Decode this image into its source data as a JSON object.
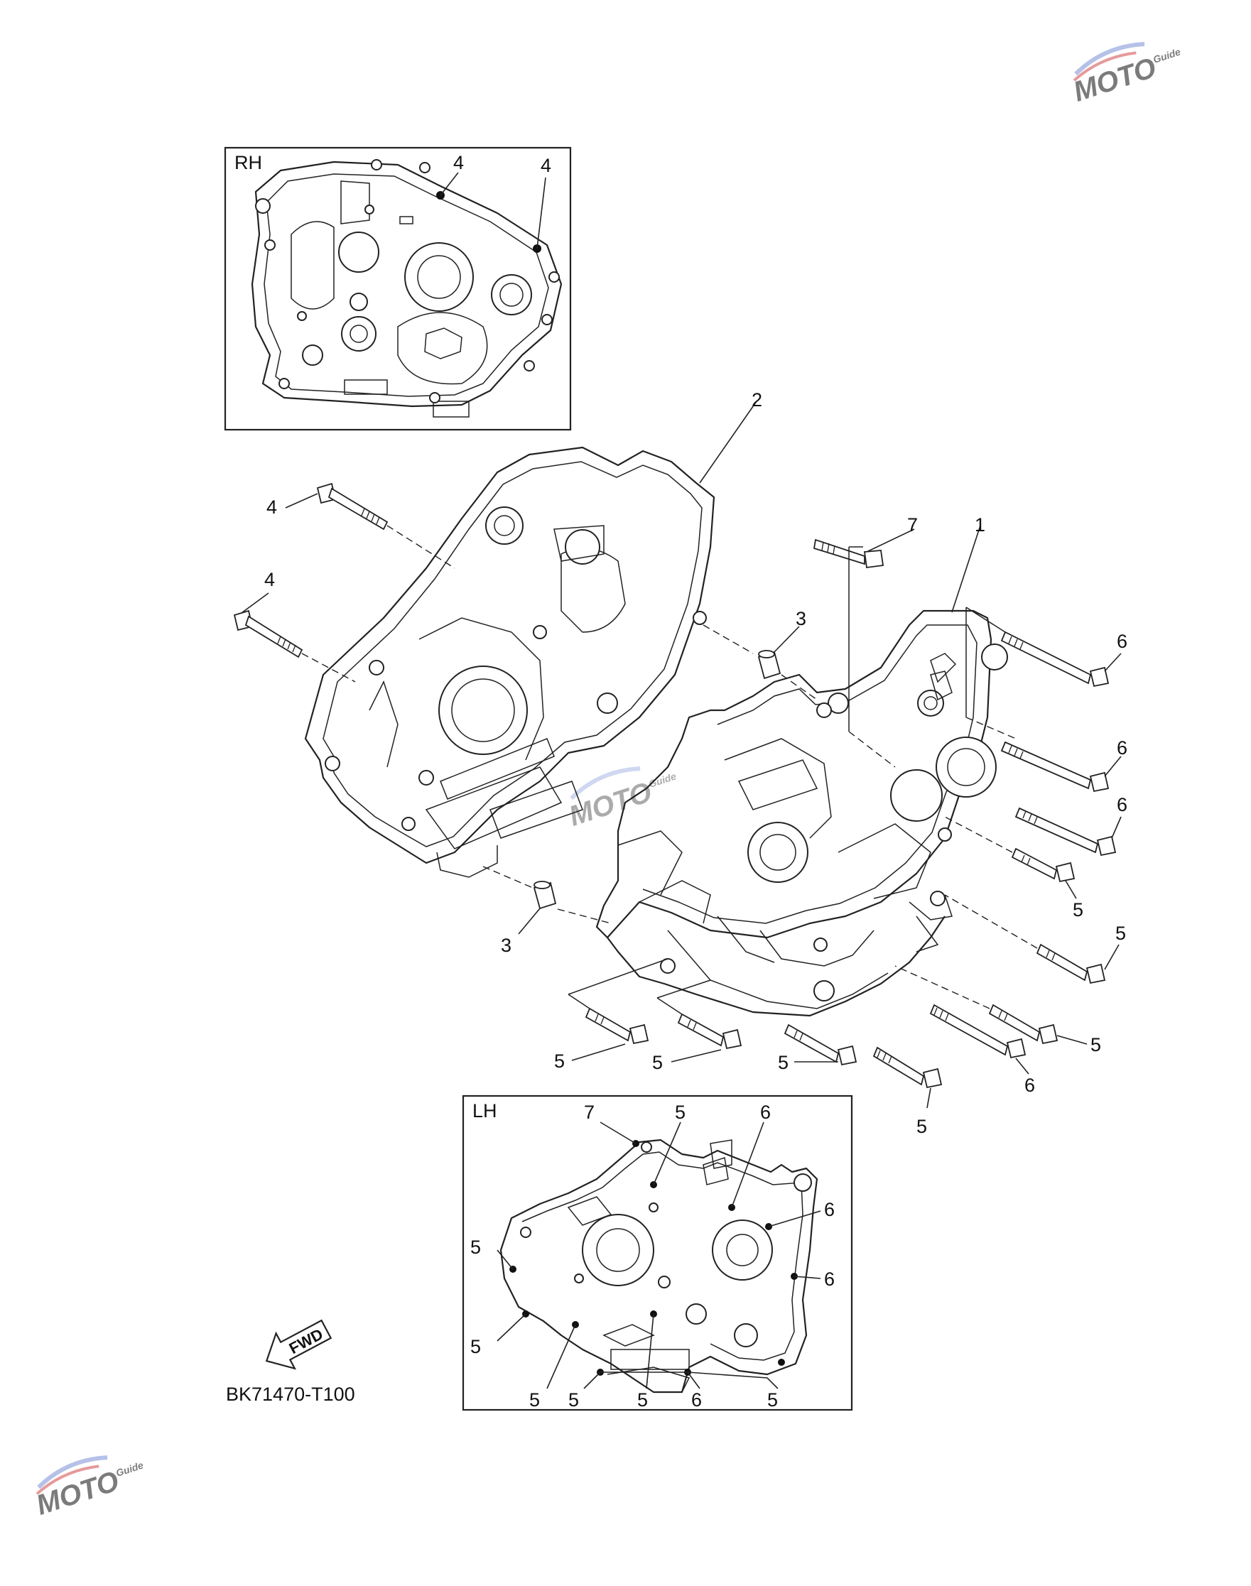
{
  "diagram": {
    "drawing_code": "BK71470-T100",
    "fwd_arrow_label": "FWD",
    "inset_rh": {
      "title": "RH",
      "callouts": [
        "4",
        "4"
      ]
    },
    "inset_lh": {
      "title": "LH",
      "callouts": [
        "7",
        "5",
        "6",
        "6",
        "6",
        "5",
        "5",
        "5",
        "5",
        "5",
        "6",
        "5"
      ]
    },
    "main_callouts": {
      "c1": "1",
      "c2": "2",
      "c3a": "3",
      "c3b": "3",
      "c4a": "4",
      "c4b": "4",
      "c5a": "5",
      "c5b": "5",
      "c5c": "5",
      "c5d": "5",
      "c5e": "5",
      "c5f": "5",
      "c5g": "5",
      "c6a": "6",
      "c6b": "6",
      "c6c": "6",
      "c6d": "6",
      "c7": "7"
    },
    "watermark": {
      "brand": "MOTO",
      "sub": "Guide"
    }
  }
}
